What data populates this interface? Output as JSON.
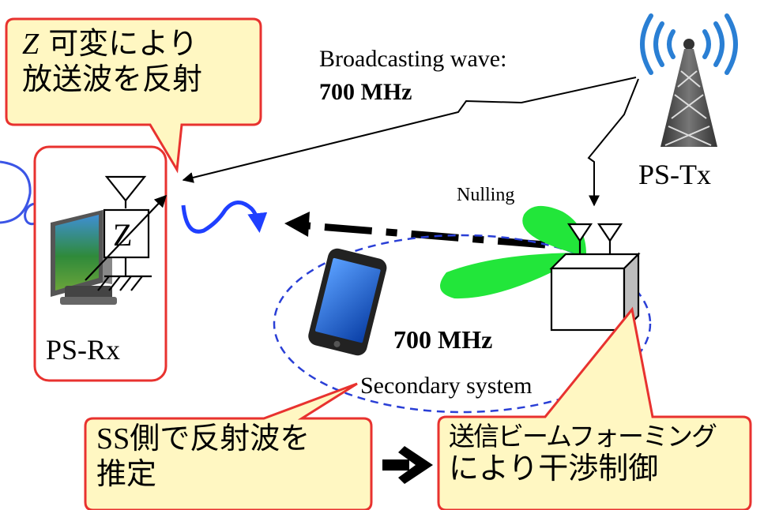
{
  "callouts": {
    "top_left": {
      "var": "Z",
      "line1_rest": " 可変により",
      "line2": "放送波を反射"
    },
    "bottom_left": {
      "line1_prefix": "SS",
      "line1_rest": "側で反射波を",
      "line2": "推定"
    },
    "bottom_right": {
      "line1": "送信ビームフォーミング",
      "line2": "により干渉制御"
    }
  },
  "labels": {
    "broadcasting_wave": "Broadcasting wave:",
    "freq_top": "700 MHz",
    "ps_tx": "PS-Tx",
    "nulling": "Nulling",
    "z_box": "Z",
    "ps_rx": "PS-Rx",
    "freq_ss": "700 MHz",
    "secondary_system": "Secondary system"
  },
  "colors": {
    "callout_fill": "#fff7c2",
    "callout_border": "#e8322f",
    "beam_green": "#22e63a",
    "ellipse_blue": "#2a3fd6",
    "wave_blue": "#1f3fff",
    "bubble_blue": "#3b55e6"
  },
  "icons": [
    "broadcast-tower-icon",
    "tv-monitor-icon",
    "smartphone-icon",
    "arrow-right-icon"
  ]
}
